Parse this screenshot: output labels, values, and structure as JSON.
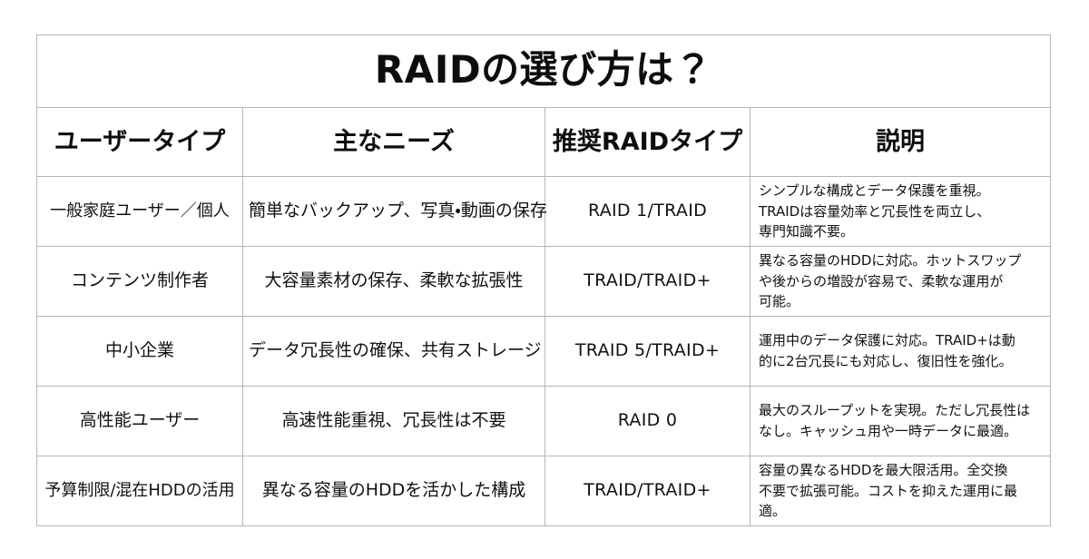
{
  "page": {
    "title": "RAIDの選び方は？",
    "background_color": "#ffffff",
    "border_color": "#b6b6b8",
    "text_color": "#111111"
  },
  "table": {
    "title": "RAIDの選び方は？",
    "headers": [
      "ユーザータイプ",
      "主なニーズ",
      "推奨RAIDタイプ",
      "説明"
    ],
    "rows": [
      {
        "user_type": "一般家庭ユーザー／個人",
        "main_need": "簡単なバックアップ、写真・動画の保存",
        "recommended_raid": "RAID 1/TRAID",
        "description": "シンプルな構成とデータ保護を重視。\nTRAIDは容量効率と冗長性を両立し、\n専門知識不要。"
      },
      {
        "user_type": "コンテンツ制作者",
        "main_need": "大容量素材の保存、柔軟な拡張性",
        "recommended_raid": "TRAID/TRAID+",
        "description": "異なる容量のHDDに対応。ホットスワップ\nや後からの増設が容易で、柔軟な運用が\n可能。"
      },
      {
        "user_type": "中小企業",
        "main_need": "データ冗長性の確保、共有ストレージ",
        "recommended_raid": "TRAID 5/TRAID+",
        "description": "運用中のデータ保護に対応。TRAID+は動\n的に2台冗長にも対応し、復旧性を強化。"
      },
      {
        "user_type": "高性能ユーザー",
        "main_need": "高速性能重視、冗長性は不要",
        "recommended_raid": "RAID 0",
        "description": "最大のスループットを実現。ただし冗長性は\nなし。キャッシュ用や一時データに最適。"
      },
      {
        "user_type": "予算制限/混在HDDの活用",
        "main_need": "異なる容量のHDDを活かした構成",
        "recommended_raid": "TRAID/TRAID+",
        "description": "容量の異なるHDDを最大限活用。全交換\n不要で拡張可能。コストを抑えた運用に最適。"
      }
    ]
  }
}
